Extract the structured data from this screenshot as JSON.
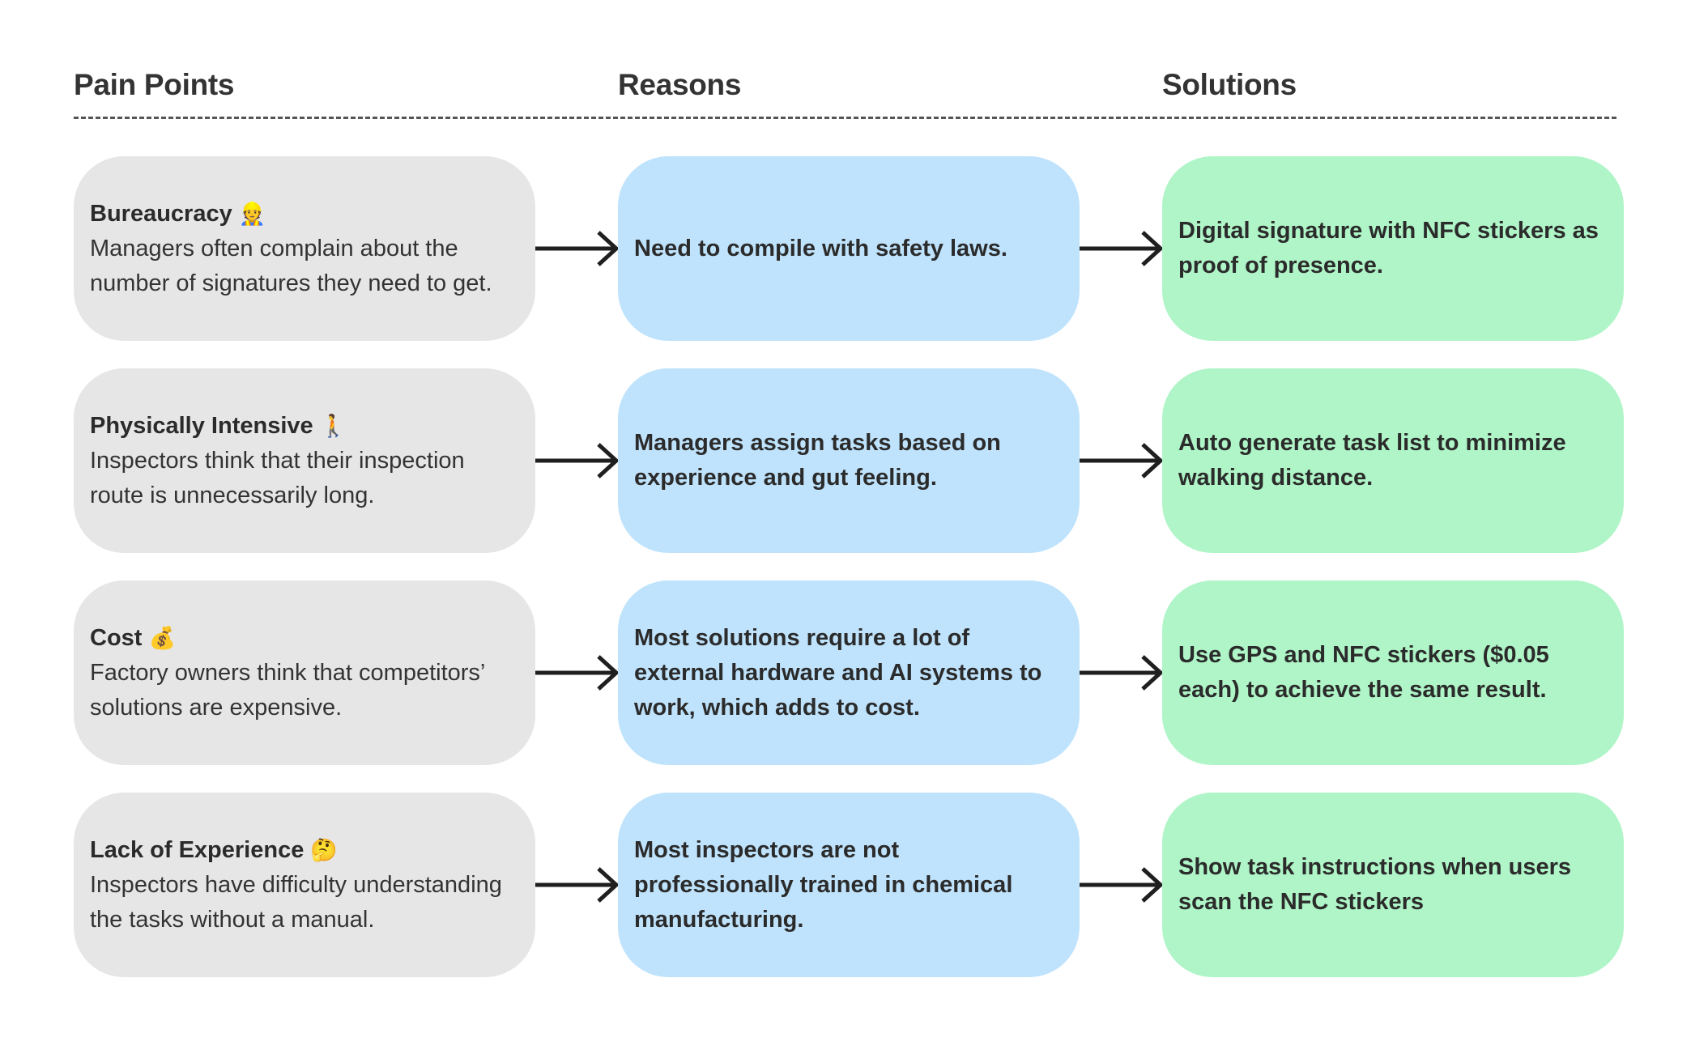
{
  "columns": {
    "pain_points": "Pain Points",
    "reasons": "Reasons",
    "solutions": "Solutions"
  },
  "rows": [
    {
      "pain": {
        "title": "Bureaucracy",
        "emoji": "👷",
        "description": "Managers often complain about the number of signatures they need to get."
      },
      "reason": "Need to compile with safety laws.",
      "solution": "Digital signature with NFC stickers as proof of presence."
    },
    {
      "pain": {
        "title": "Physically Intensive",
        "emoji": "🚶",
        "description": "Inspectors think that their inspection route is unnecessarily long."
      },
      "reason": "Managers assign tasks based on experience and gut feeling.",
      "solution": "Auto generate task list to minimize walking distance."
    },
    {
      "pain": {
        "title": "Cost",
        "emoji": "💰",
        "description": "Factory owners think that competitors’ solutions are expensive."
      },
      "reason": "Most solutions require a lot of external hardware and AI systems to work, which adds to cost.",
      "solution": "Use GPS and NFC stickers ($0.05 each) to achieve the same result."
    },
    {
      "pain": {
        "title": "Lack of Experience",
        "emoji": "🤔",
        "description": "Inspectors have difficulty understanding the tasks without a manual."
      },
      "reason": "Most inspectors are not professionally trained in chemical manufacturing.",
      "solution": "Show task instructions when users scan the NFC stickers"
    }
  ],
  "colors": {
    "pain_card": "#e6e6e6",
    "reason_card": "#bfe3fc",
    "solution_card": "#aff5c7",
    "arrow": "#1f1f1f",
    "divider": "#555555"
  }
}
